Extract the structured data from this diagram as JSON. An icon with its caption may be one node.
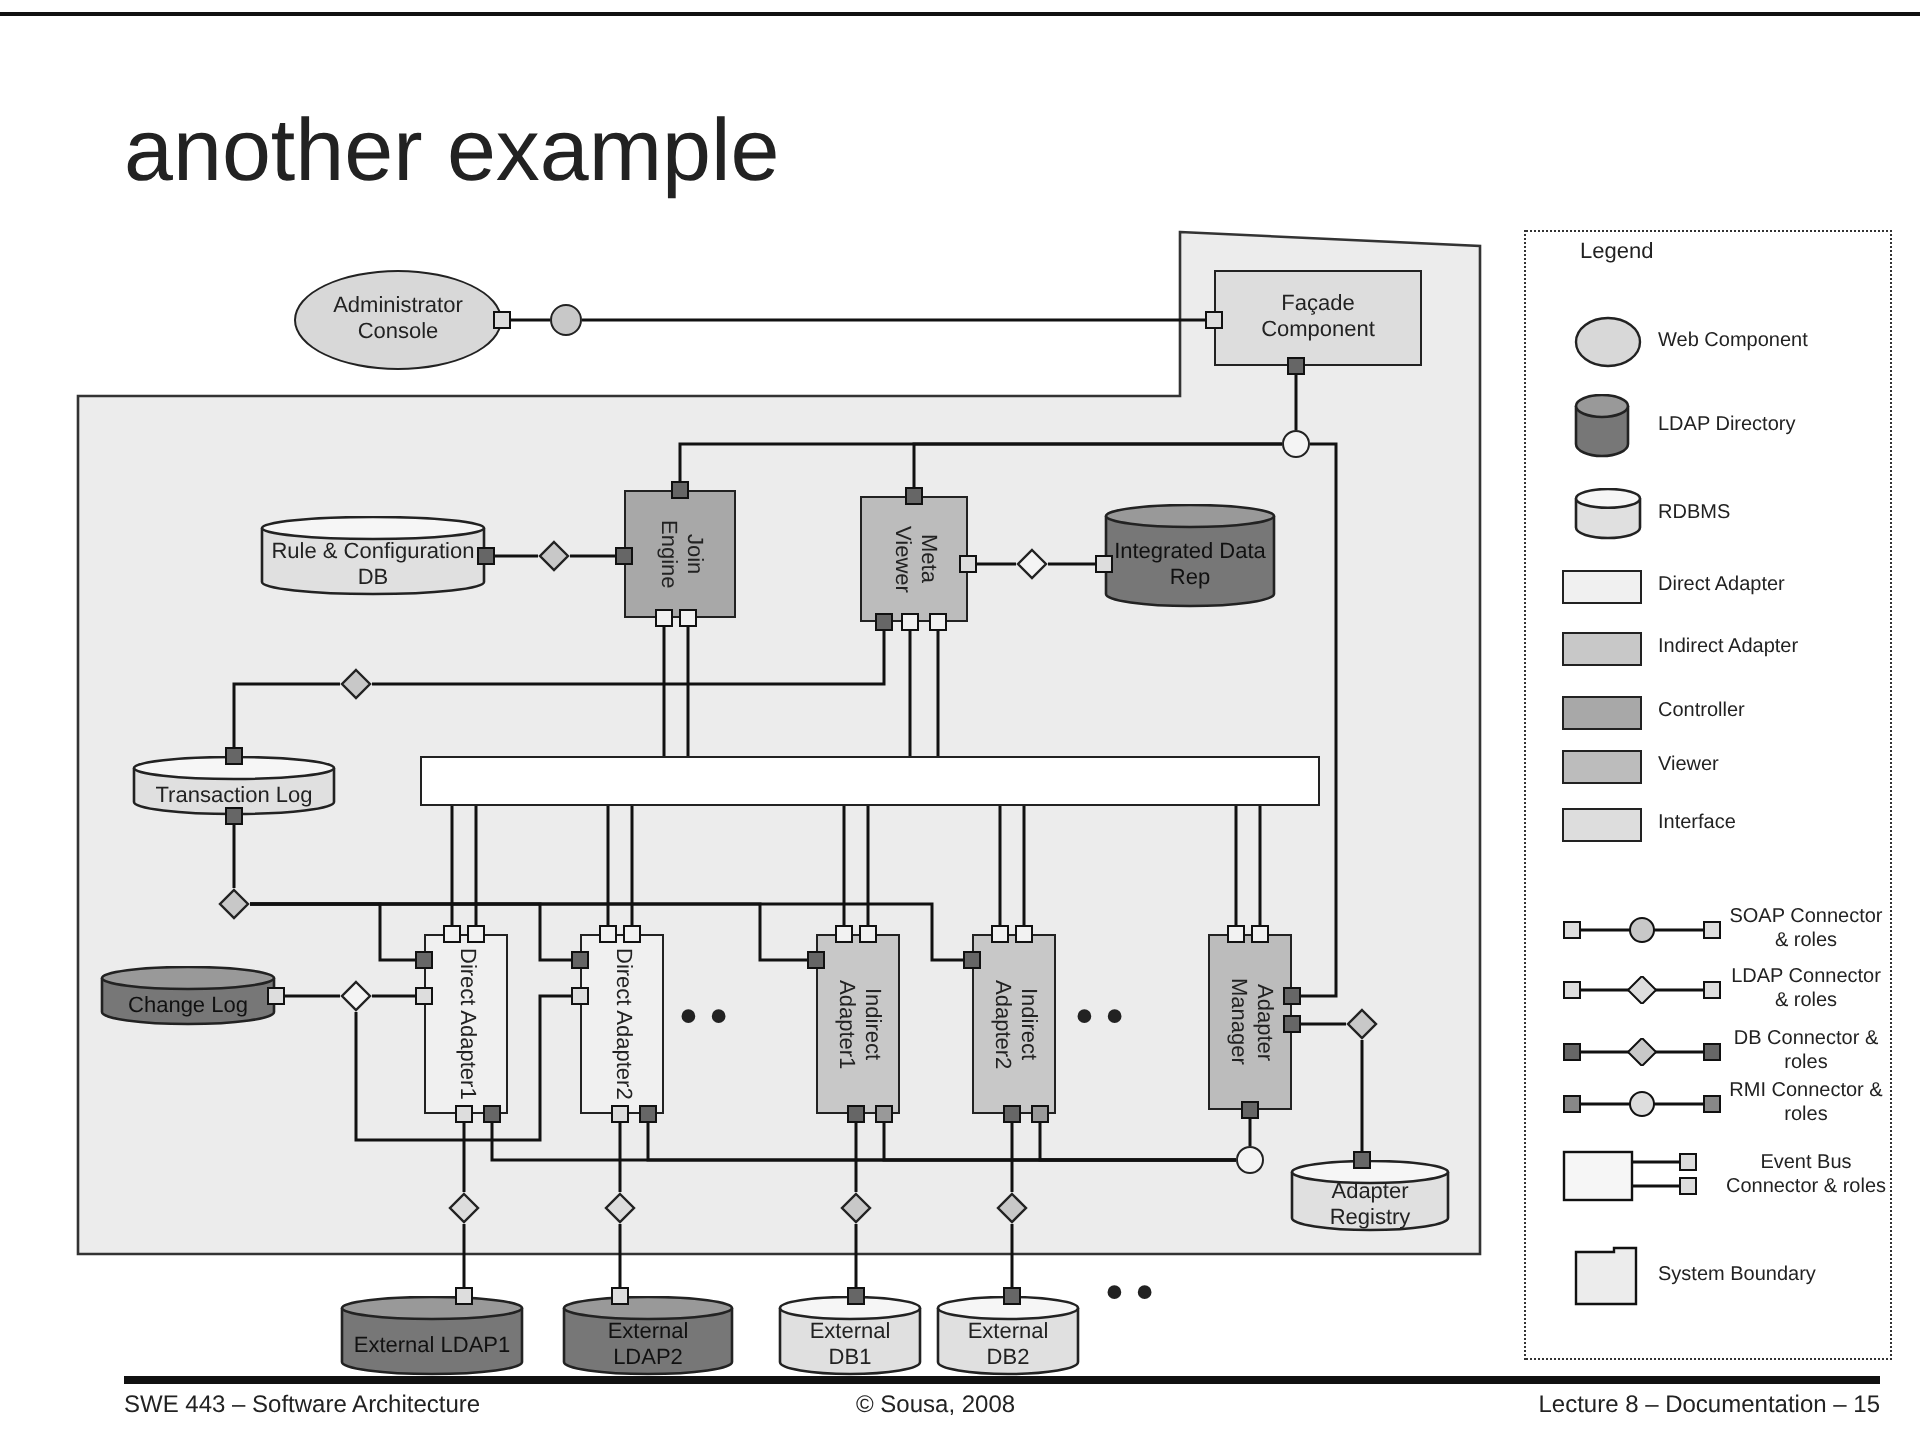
{
  "diagram": {
    "title": "another example",
    "nodes": [
      {
        "text": [
          "Administrator Console"
        ]
      },
      {
        "text": [],
        "shape": "circle"
      },
      {
        "text": [],
        "shape": "box"
      },
      {
        "text": [
          "Façade Component"
        ],
        "in": 2
      },
      {
        "text": [],
        "shape": "circle",
        "in": 2
      },
      {
        "text": [
          "Join Engine"
        ],
        "in": 2
      },
      {
        "text": [
          "Meta Viewer"
        ],
        "in": 2
      },
      {
        "text": [
          "Rule & Configuration DB"
        ],
        "in": 2
      },
      {
        "text": [],
        "shape": "diamond",
        "in": 2
      },
      {
        "text": [],
        "shape": "diamond",
        "in": 2
      },
      {
        "text": [
          "Integrated Data Rep"
        ],
        "in": 2
      },
      {
        "text": [],
        "shape": "diamond",
        "in": 2
      },
      {
        "text": [
          "Transaction Log"
        ],
        "in": 2
      },
      {
        "text": [],
        "shape": "bar",
        "in": 2
      },
      {
        "text": [],
        "shape": "diamond",
        "in": 2
      },
      {
        "text": [
          "Change Log"
        ],
        "in": 2
      },
      {
        "text": [],
        "shape": "diamond",
        "in": 2
      },
      {
        "text": [
          "Direct Adapter1"
        ],
        "in": 2
      },
      {
        "text": [
          "Direct Adapter2"
        ],
        "in": 2
      },
      {
        "text": [
          "Indirect Adapter1"
        ],
        "in": 2
      },
      {
        "text": [
          "Indirect Adapter2"
        ],
        "in": 2
      },
      {
        "text": [
          "Adapter Manager"
        ],
        "in": 2
      },
      {
        "text": [],
        "shape": "diamond",
        "in": 2
      },
      {
        "text": [],
        "shape": "circle",
        "in": 2
      },
      {
        "text": [
          "Adapter Registry"
        ],
        "in": 2
      },
      {
        "text": [],
        "shape": "diamond",
        "in": 2
      },
      {
        "text": [],
        "shape": "diamond",
        "in": 2
      },
      {
        "text": [],
        "shape": "diamond",
        "in": 2
      },
      {
        "text": [],
        "shape": "diamond",
        "in": 2
      },
      {
        "text": [
          "External LDAP1"
        ]
      },
      {
        "text": [
          "External LDAP2"
        ]
      },
      {
        "text": [
          "External DB1"
        ]
      },
      {
        "text": [
          "External DB2"
        ]
      }
    ],
    "edges": [
      {
        "from": 0,
        "to": 1,
        "arrow": "other"
      },
      {
        "from": 1,
        "to": 3,
        "arrow": "other"
      },
      {
        "from": 3,
        "to": 4,
        "arrow": "other"
      },
      {
        "from": 4,
        "to": 5,
        "arrow": "other"
      },
      {
        "from": 4,
        "to": 6,
        "arrow": "other"
      },
      {
        "from": 4,
        "to": 21,
        "arrow": "other"
      },
      {
        "from": 7,
        "to": 8,
        "arrow": "other"
      },
      {
        "from": 8,
        "to": 5,
        "arrow": "other"
      },
      {
        "from": 6,
        "to": 9,
        "arrow": "other"
      },
      {
        "from": 9,
        "to": 10,
        "arrow": "other"
      },
      {
        "from": 12,
        "to": 11,
        "arrow": "other"
      },
      {
        "from": 11,
        "to": 6,
        "arrow": "other"
      },
      {
        "from": 12,
        "to": 14,
        "arrow": "other"
      },
      {
        "from": 14,
        "to": 17,
        "arrow": "other"
      },
      {
        "from": 14,
        "to": 18,
        "arrow": "other"
      },
      {
        "from": 14,
        "to": 19,
        "arrow": "other"
      },
      {
        "from": 14,
        "to": 20,
        "arrow": "other"
      },
      {
        "from": 15,
        "to": 16,
        "arrow": "other"
      },
      {
        "from": 16,
        "to": 17,
        "arrow": "other"
      },
      {
        "from": 16,
        "to": 18,
        "arrow": "other"
      },
      {
        "from": 17,
        "to": 23,
        "arrow": "other"
      },
      {
        "from": 18,
        "to": 23,
        "arrow": "other"
      },
      {
        "from": 19,
        "to": 23,
        "arrow": "other"
      },
      {
        "from": 20,
        "to": 23,
        "arrow": "other"
      },
      {
        "from": 21,
        "to": 23,
        "arrow": "other"
      },
      {
        "from": 21,
        "to": 22,
        "arrow": "other"
      },
      {
        "from": 22,
        "to": 24,
        "arrow": "other"
      },
      {
        "from": 17,
        "to": 25,
        "arrow": "other"
      },
      {
        "from": 25,
        "to": 29,
        "arrow": "other"
      },
      {
        "from": 18,
        "to": 26,
        "arrow": "other"
      },
      {
        "from": 26,
        "to": 30,
        "arrow": "other"
      },
      {
        "from": 19,
        "to": 27,
        "arrow": "other"
      },
      {
        "from": 27,
        "to": 31,
        "arrow": "other"
      },
      {
        "from": 20,
        "to": 28,
        "arrow": "other"
      },
      {
        "from": 28,
        "to": 32,
        "arrow": "other"
      },
      {
        "from": 5,
        "to": 13,
        "arrow": "other"
      },
      {
        "from": 6,
        "to": 13,
        "arrow": "other"
      },
      {
        "from": 17,
        "to": 13,
        "arrow": "other"
      },
      {
        "from": 18,
        "to": 13,
        "arrow": "other"
      },
      {
        "from": 19,
        "to": 13,
        "arrow": "other"
      },
      {
        "from": 20,
        "to": 13,
        "arrow": "other"
      },
      {
        "from": 21,
        "to": 13,
        "arrow": "other"
      }
    ],
    "labels": [
      "Legend",
      "• •",
      "• •",
      "• •",
      "SWE 443 – Software Architecture",
      "© Sousa, 2008",
      "Lecture 8 – Documentation – 15"
    ],
    "legend": [
      {
        "text": "Web Component"
      },
      {
        "text": "LDAP Directory"
      },
      {
        "text": "RDBMS"
      },
      {
        "text": "Direct Adapter",
        "color": "#f0f0f0"
      },
      {
        "text": "Indirect Adapter",
        "color": "#c8c8c8"
      },
      {
        "text": "Controller",
        "color": "#a8a8a8"
      },
      {
        "text": "Viewer",
        "color": "#bcbcbc"
      },
      {
        "text": "Interface",
        "color": "#dddddd"
      },
      {
        "text": "SOAP Connector & roles"
      },
      {
        "text": "LDAP Connector & roles"
      },
      {
        "text": "DB Connector & roles"
      },
      {
        "text": "RMI Connector & roles"
      },
      {
        "text": "Event Bus Connector & roles"
      },
      {
        "text": "System Boundary"
      }
    ]
  }
}
